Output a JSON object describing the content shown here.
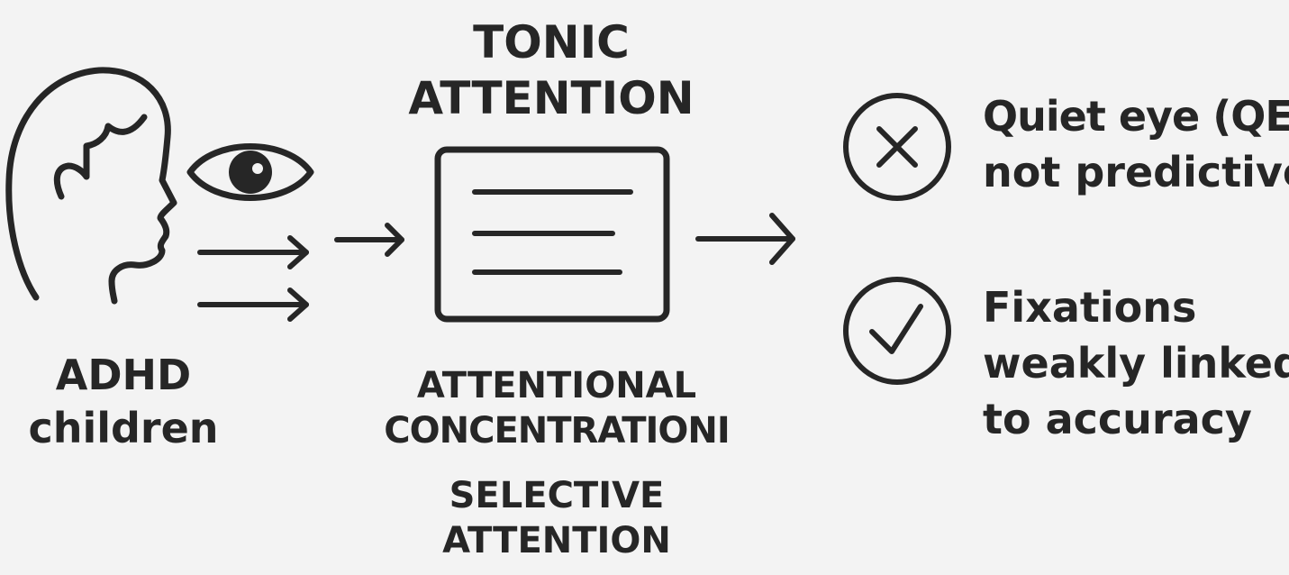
{
  "colors": {
    "background": "#f3f3f3",
    "ink": "#262626"
  },
  "left": {
    "label_line1": "ADHD",
    "label_line2": "children",
    "icons": [
      "child-head-profile-icon",
      "eye-icon",
      "arrow-right-icon"
    ]
  },
  "center": {
    "title_line1": "TONIC",
    "title_line2": "ATTENTION",
    "box_icon": "document-lines-icon",
    "label1_line1": "ATTENTIONAL",
    "label1_line2": "CONCENTRATIONI",
    "label2_line1": "SELECTIVE",
    "label2_line2": "ATTENTION"
  },
  "right": {
    "item1": {
      "icon": "x-circle-icon",
      "line1": "Quiet eye (QE)",
      "line2": "not predictive"
    },
    "item2": {
      "icon": "check-circle-icon",
      "line1": "Fixations",
      "line2": "weakly linked",
      "line3": "to accuracy"
    }
  }
}
